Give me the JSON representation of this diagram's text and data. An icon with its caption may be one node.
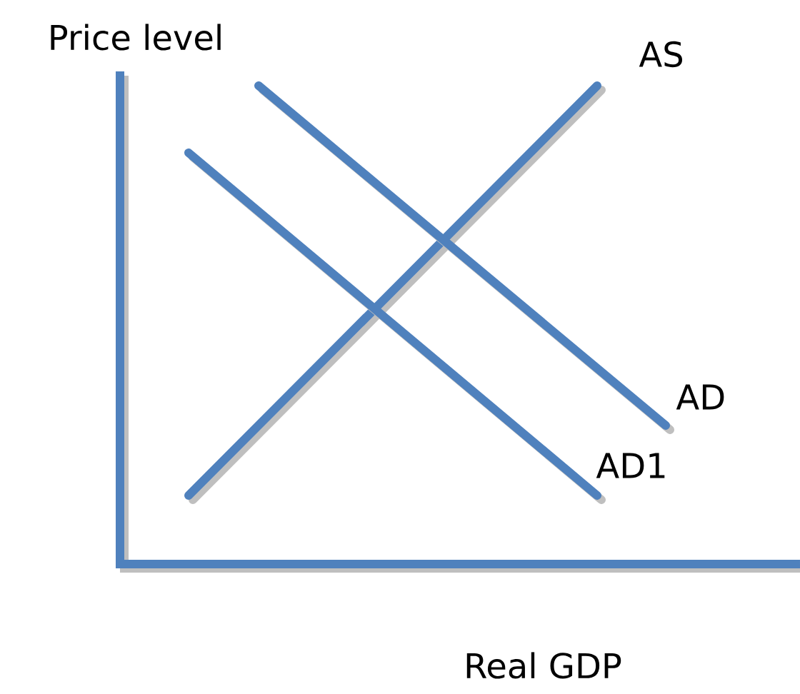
{
  "diagram": {
    "labels": [
      "Price level",
      "AS",
      "AD",
      "AD1",
      "Real GDP"
    ]
  }
}
